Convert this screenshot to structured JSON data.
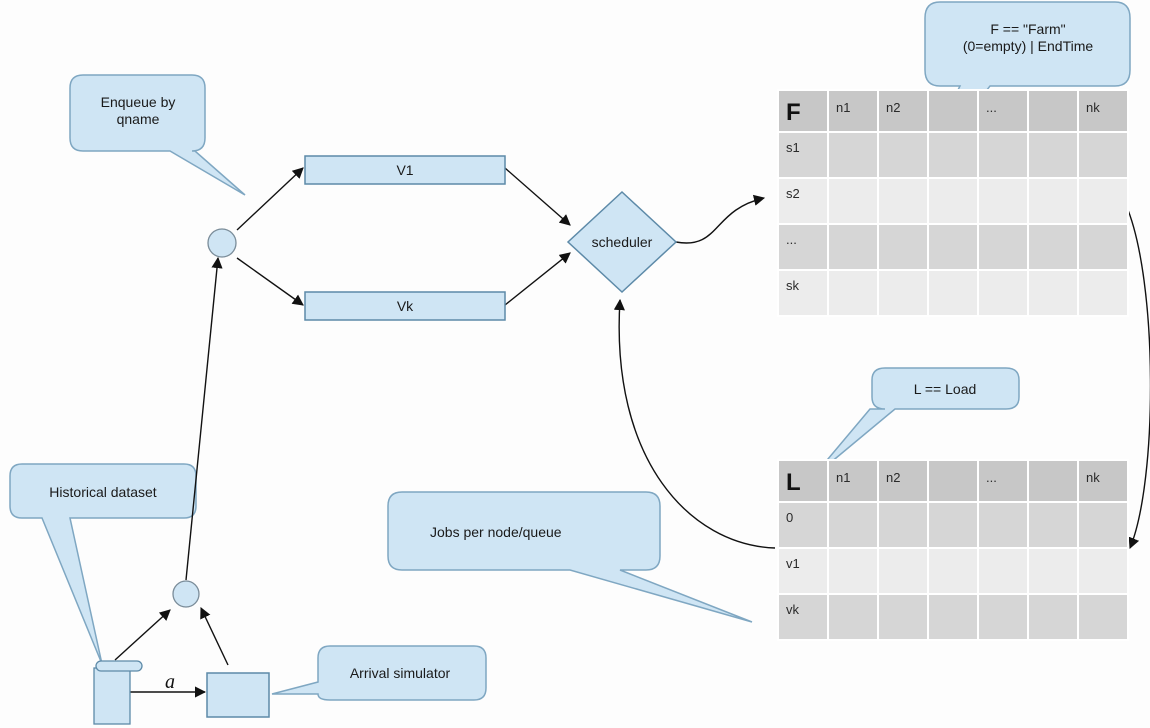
{
  "callouts": {
    "enqueue": "Enqueue by\nqname",
    "farm": "F == \"Farm\"\n(0=empty) | EndTime",
    "load": "L == Load",
    "jobs": "Jobs per node/queue",
    "historical": "Historical dataset",
    "arrival": "Arrival simulator"
  },
  "queues": {
    "v1": "V1",
    "vk": "Vk"
  },
  "scheduler": "scheduler",
  "arrival_label": "a",
  "farm_table": {
    "corner": "F",
    "columns": [
      "n1",
      "n2",
      "",
      "...",
      "",
      "nk"
    ],
    "rows": [
      "s1",
      "s2",
      "...",
      "sk"
    ]
  },
  "load_table": {
    "corner": "L",
    "columns": [
      "n1",
      "n2",
      "",
      "...",
      "",
      "nk"
    ],
    "rows": [
      "0",
      "v1",
      "vk"
    ]
  }
}
